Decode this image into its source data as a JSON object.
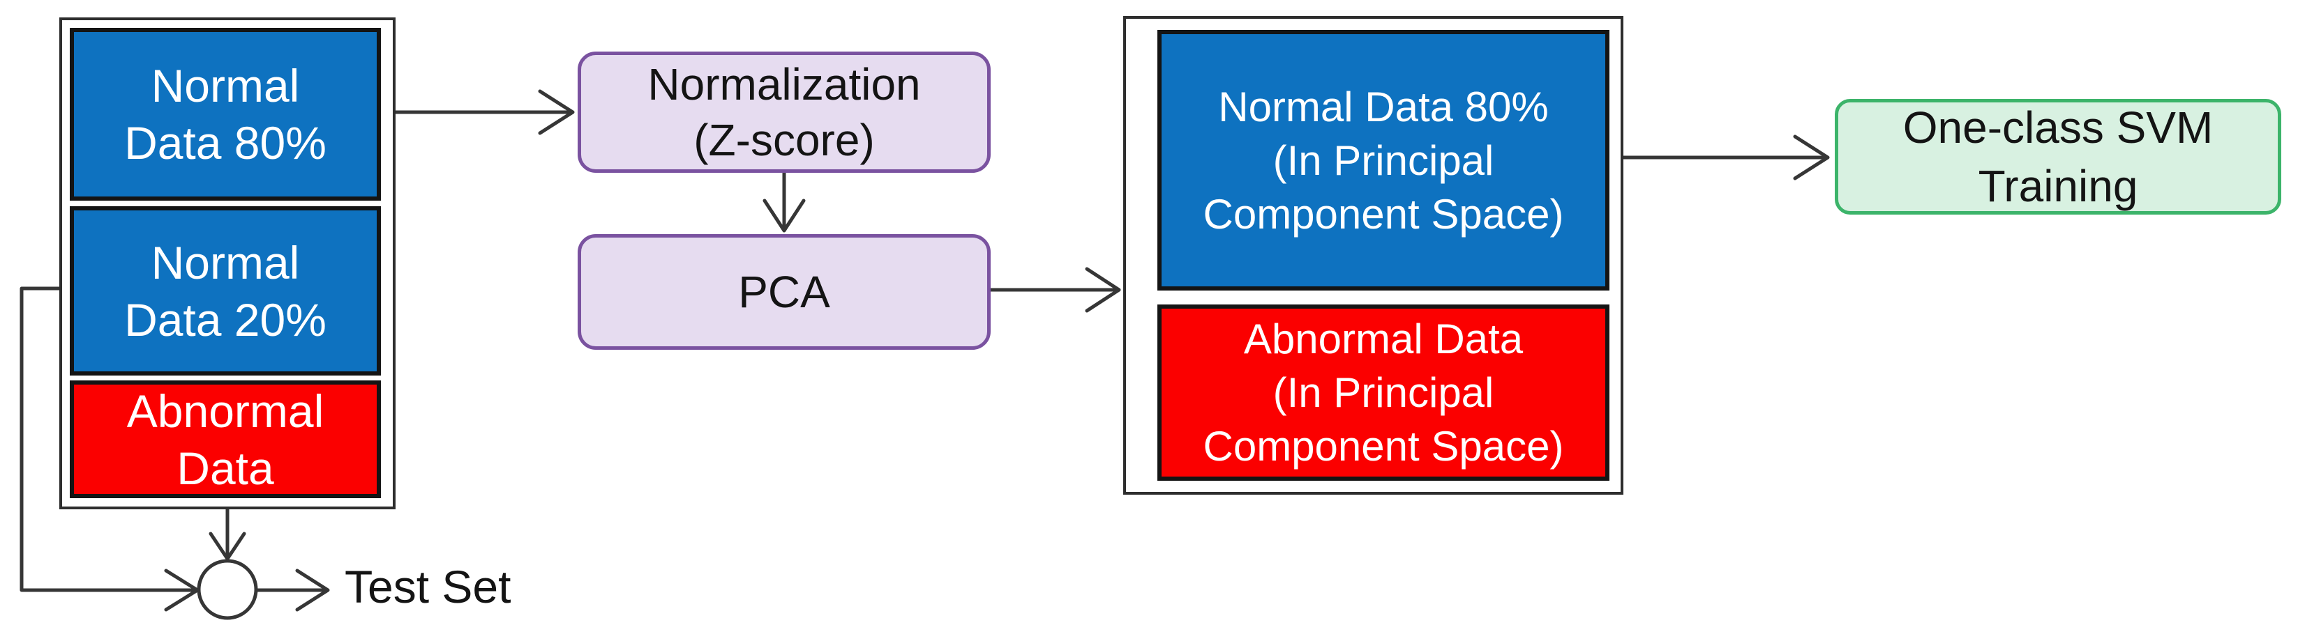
{
  "colors": {
    "blue_fill": "#0E72C0",
    "red_fill": "#FB0000",
    "purple_fill": "#E6DCF0",
    "purple_border": "#7A52A0",
    "green_fill": "#D8F1E1",
    "green_border": "#3CB46A",
    "line_color": "#363636",
    "box_border": "#141414",
    "container_border": "#2E2E2E",
    "text_light": "#FFFFFF",
    "text_dark": "#141414"
  },
  "left_stack": {
    "normal80": {
      "line1": "Normal",
      "line2": "Data 80%"
    },
    "normal20": {
      "line1": "Normal",
      "line2": "Data 20%"
    },
    "abnormal": {
      "line1": "Abnormal",
      "line2": "Data"
    }
  },
  "pipeline": {
    "normalization": {
      "line1": "Normalization",
      "line2": "(Z-score)"
    },
    "pca": {
      "label": "PCA"
    }
  },
  "pc_stack": {
    "normal80": {
      "line1": "Normal Data 80%",
      "line2": "(In Principal",
      "line3": "Component Space)"
    },
    "abnormal": {
      "line1": "Abnormal Data",
      "line2": "(In Principal",
      "line3": "Component Space)"
    }
  },
  "svm": {
    "line1": "One-class SVM",
    "line2": "Training"
  },
  "test_set": {
    "label": "Test Set"
  }
}
